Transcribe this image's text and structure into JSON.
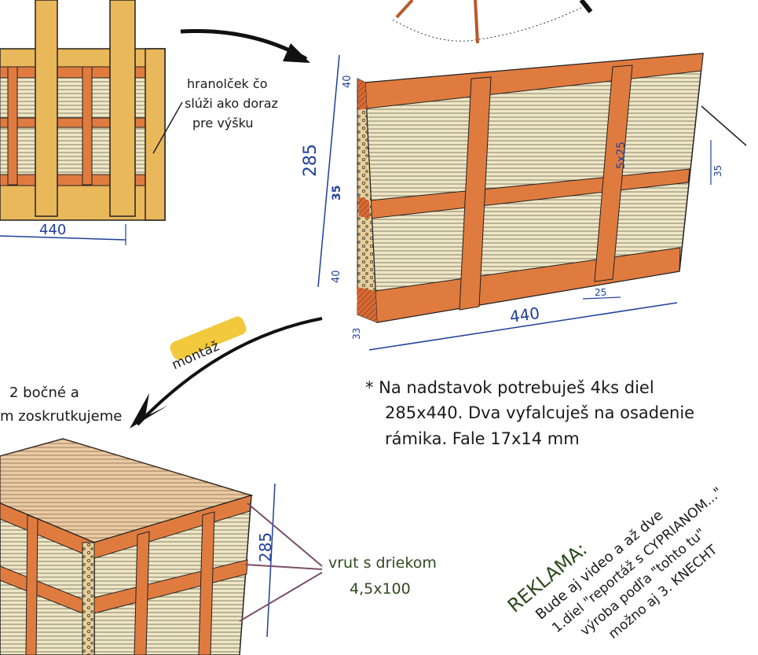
{
  "left_sketch": {
    "annotation": [
      "hranolček čo",
      "slúži ako doraz",
      "pre výšku"
    ],
    "width_label": "440"
  },
  "panel": {
    "height_label": "285",
    "top_rail_label": "40",
    "middle_rail_label": "35",
    "bottom_rail_label": "40",
    "width_label": "440",
    "thickness_label": "33",
    "slat_width_label": "25",
    "slat_size_label": "5x25",
    "right_rail_label": "35"
  },
  "note": {
    "lines": [
      "* Na nadstavok potrebuješ 4ks diel",
      "285x440. Dva vyfalcuješ na osadenie",
      "rámika. Fale 17x14 mm"
    ]
  },
  "assembly": {
    "arrow_label": "montáž",
    "text": [
      "2 bočné a",
      "m zoskrutkujeme"
    ]
  },
  "crate": {
    "height_label": "285",
    "screw_label": [
      "vrut s driekom",
      "4,5x100"
    ]
  },
  "ad": {
    "lines": [
      "REKLAMA:",
      "Bude aj video a až dve",
      "1.diel \"reportáž s CYPRIANOM...\"",
      "výroba podľa \"tohto tu\"",
      "možno aj 3. KNECHT"
    ]
  },
  "colors": {
    "wood": "#e07b3f",
    "wood_dark": "#b9521f",
    "pine": "#e9b85a",
    "dim": "#1f3f9a",
    "highlight": "#f2c93c"
  }
}
